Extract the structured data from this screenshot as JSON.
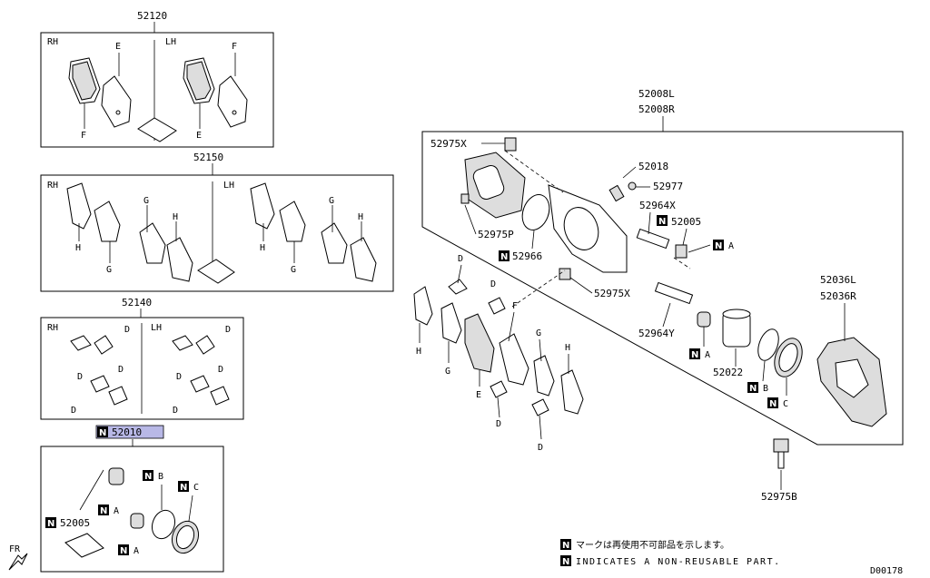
{
  "groups": {
    "g52120": {
      "number": "52120",
      "rh": "RH",
      "lh": "LH"
    },
    "g52150": {
      "number": "52150",
      "rh": "RH",
      "lh": "LH"
    },
    "g52140": {
      "number": "52140",
      "rh": "RH",
      "lh": "LH"
    },
    "g52010": {
      "number": "52010"
    },
    "caliper": {
      "number_l": "52008L",
      "number_r": "52008R"
    },
    "bracket": {
      "number_l": "52036L",
      "number_r": "52036R"
    }
  },
  "letters": {
    "a": "A",
    "b": "B",
    "c": "C",
    "d": "D",
    "e": "E",
    "f": "F",
    "g": "G",
    "h": "H"
  },
  "parts": {
    "p52975x": "52975X",
    "p52018": "52018",
    "p52977": "52977",
    "p52964x": "52964X",
    "p52005": "52005",
    "p52975p": "52975P",
    "p52966": "52966",
    "p52975x2": "52975X",
    "p52964y": "52964Y",
    "p52022": "52022",
    "p52975b": "52975B",
    "p52005b": "52005"
  },
  "n_mark": "N",
  "legend": {
    "jp": "マークは再使用不可部品を示します。",
    "en": "INDICATES A NON-REUSABLE PART."
  },
  "front_label": "FR",
  "diagram_code": "D00178"
}
